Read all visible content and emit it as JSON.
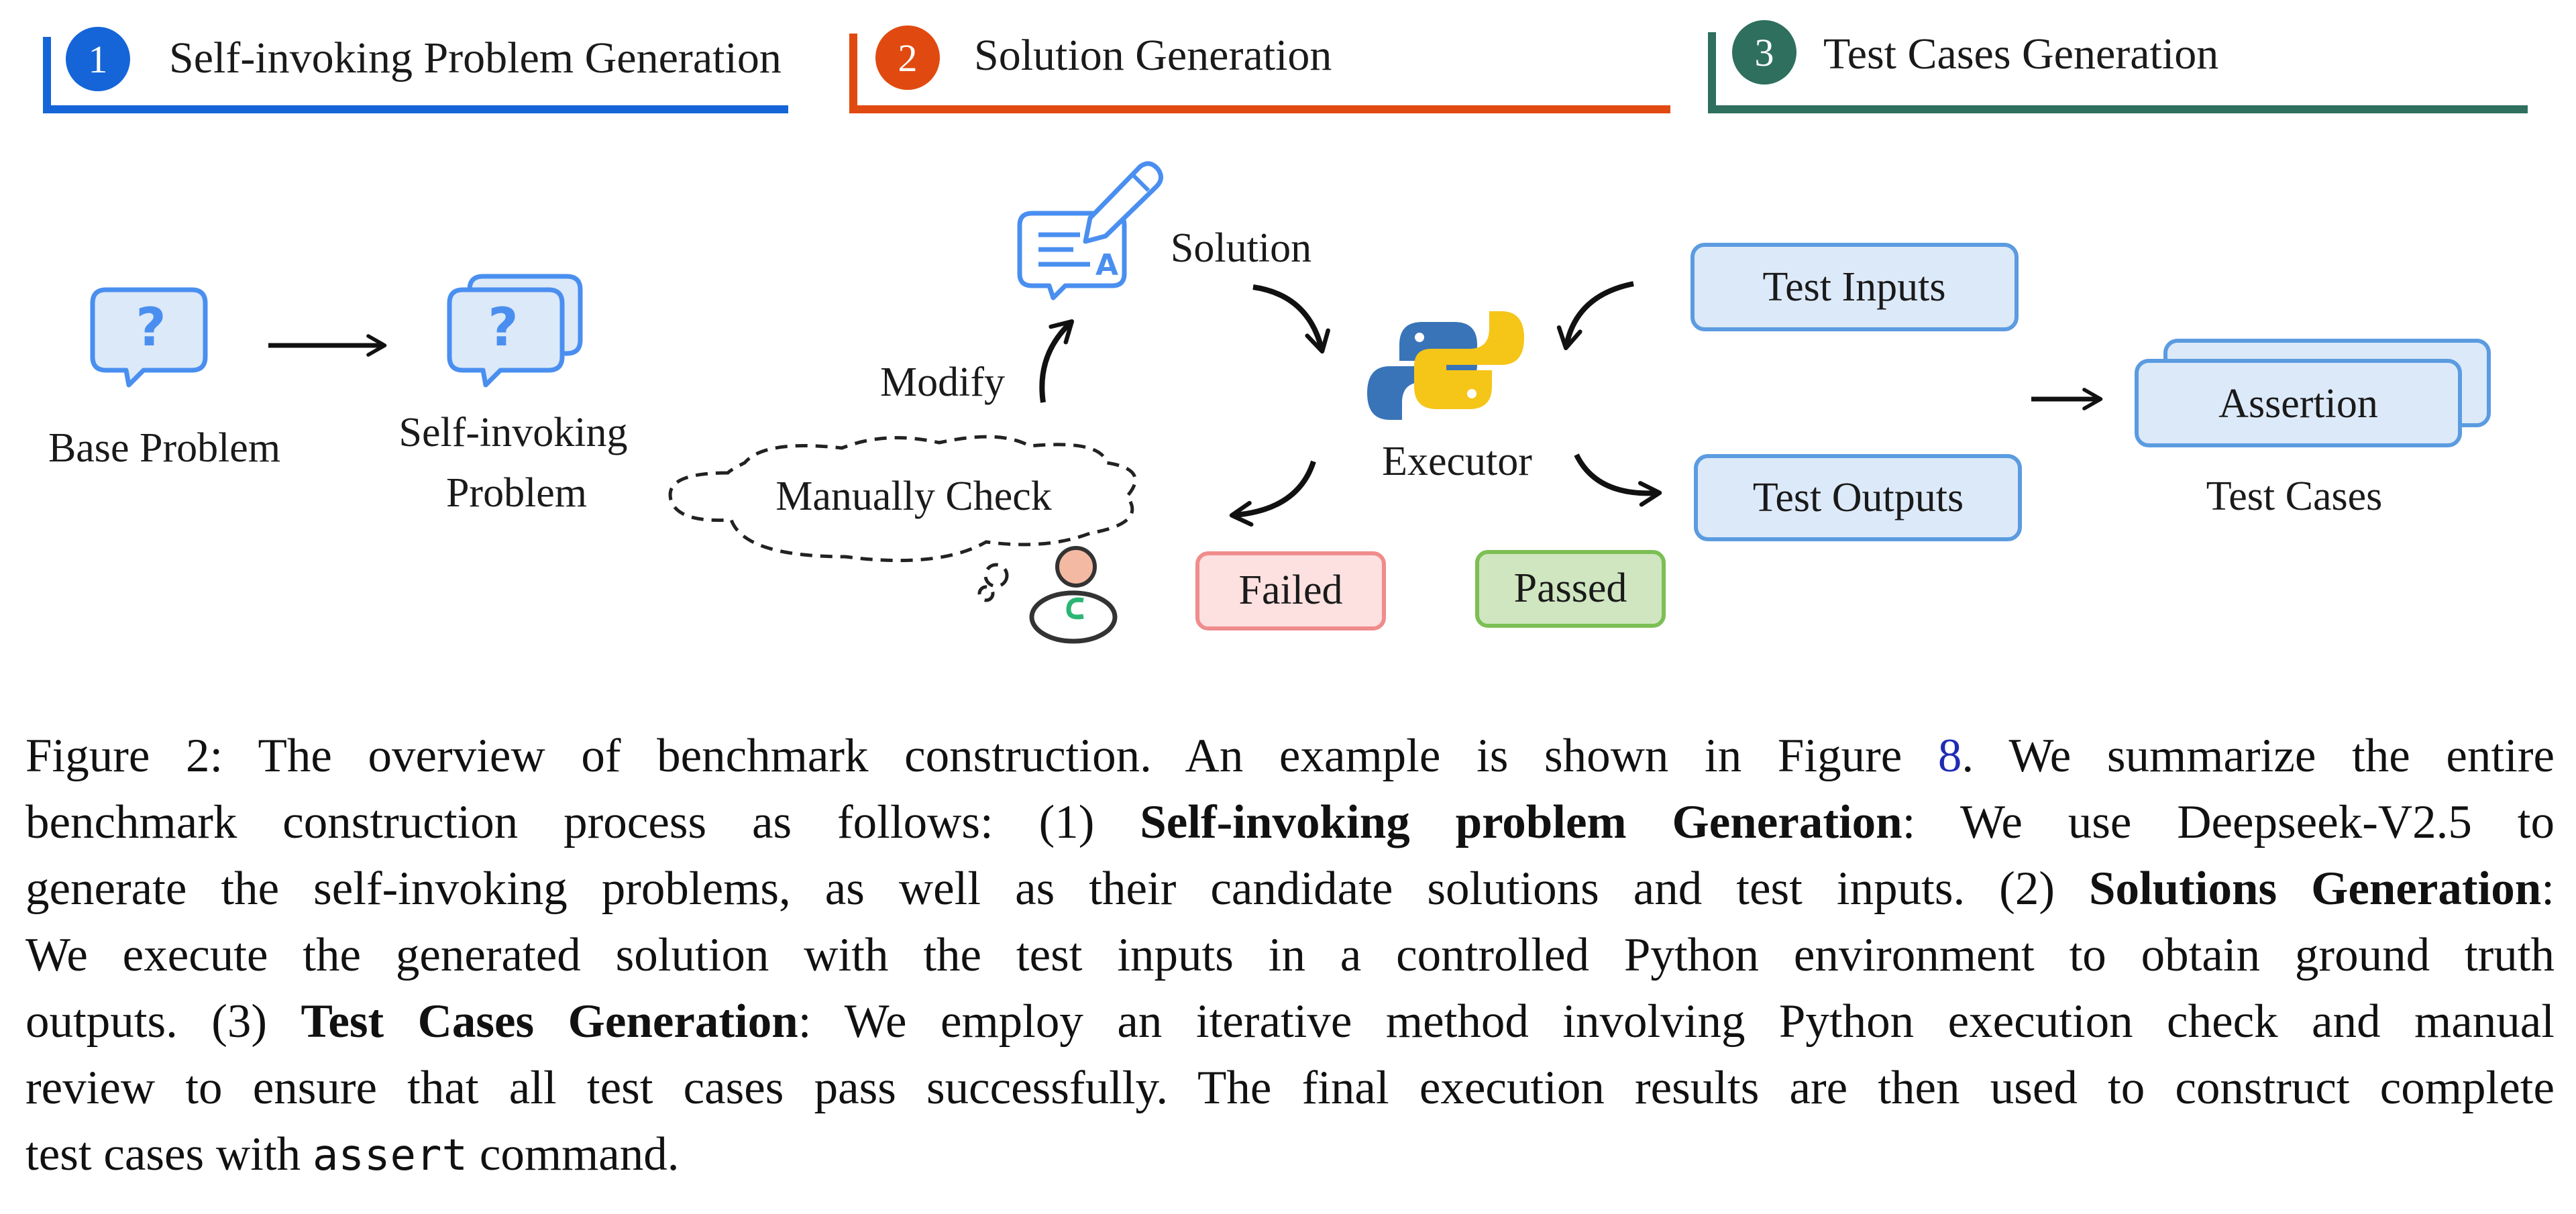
{
  "stages": [
    {
      "number": "1",
      "title": "Self-invoking Problem Generation",
      "color": "#1565d8"
    },
    {
      "number": "2",
      "title": "Solution Generation",
      "color": "#e04a10"
    },
    {
      "number": "3",
      "title": "Test Cases Generation",
      "color": "#2f6f5e"
    }
  ],
  "nodes": {
    "base_problem": "Base Problem",
    "self_invoking_line1": "Self-invoking",
    "self_invoking_line2": "Problem",
    "solution": "Solution",
    "modify": "Modify",
    "manually_check": "Manually Check",
    "executor": "Executor",
    "failed": "Failed",
    "passed": "Passed",
    "test_inputs": "Test Inputs",
    "test_outputs": "Test Outputs",
    "assertion": "Assertion",
    "test_cases": "Test Cases"
  },
  "colors": {
    "icon_blue": "#4a8ff0",
    "box_fill": "#dce9f8",
    "box_stroke": "#5b9be0",
    "failed_fill": "#fde0e0",
    "failed_stroke": "#f08c8c",
    "passed_fill": "#cfe6c1",
    "passed_stroke": "#7cbf55",
    "python_blue": "#3a74b8",
    "python_yellow": "#f5c518",
    "link": "#1f2bb3"
  },
  "caption": {
    "l1_a": "Figure 2: The overview of benchmark construction. An example is shown in Figure ",
    "l1_link": "8",
    "l1_b": ". We summarize the entire",
    "l2_a": "benchmark construction process as follows: (1) ",
    "l2_bold": "Self-invoking problem Generation",
    "l2_b": ": We use Deepseek-V2.5 to",
    "l3_a": "generate the self-invoking problems, as well as their candidate solutions and test inputs. (2) ",
    "l3_bold": "Solutions Generation",
    "l3_b": ":",
    "l4": "We execute the generated solution with the test inputs in a controlled Python environment to obtain ground truth",
    "l5_a": "outputs. (3) ",
    "l5_bold": "Test Cases Generation",
    "l5_b": ": We employ an iterative method involving Python execution check and manual",
    "l6": "review to ensure that all test cases pass successfully. The final execution results are then used to construct complete",
    "l7_a": "test cases with ",
    "l7_code": "assert",
    "l7_b": " command."
  }
}
